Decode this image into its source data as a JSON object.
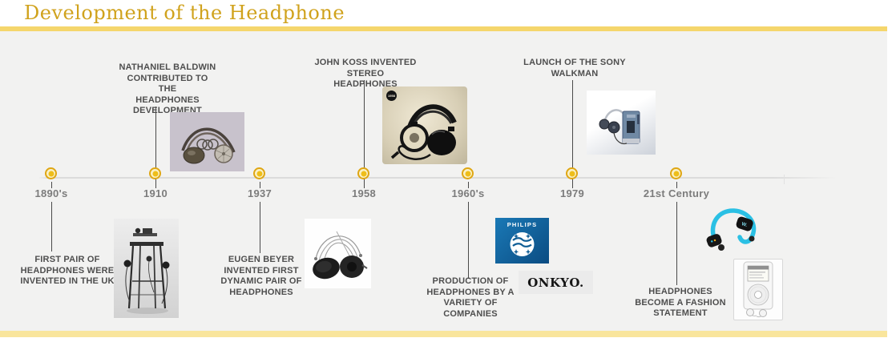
{
  "header": {
    "title": "Development of the Headphone"
  },
  "colors": {
    "title_gold": "#D0A21C",
    "top_bar": "#F5D66C",
    "bottom_bar": "#F9E59C",
    "content_background": "#F2F2F1",
    "node_ring": "#DFA613",
    "node_dot": "#EEBE1A",
    "timeline_line": "#DBDBDB",
    "event_text": "#4E4E4E",
    "year_text": "#7C7C7C",
    "philips_blue": "#0F5E96"
  },
  "timeline": {
    "events": [
      {
        "year": "1890's",
        "side": "below",
        "text": "FIRST PAIR OF\nHEADPHONES WERE\nINVENTED IN THE UK",
        "image": "electrophone-stand-photo"
      },
      {
        "year": "1910",
        "side": "above",
        "text": "NATHANIEL BALDWIN\nCONTRIBUTED TO THE\nHEADPHONES\nDEVELOPMENT",
        "image": "baldwin-headphones-photo"
      },
      {
        "year": "1937",
        "side": "below",
        "text": "EUGEN BEYER\nINVENTED FIRST\nDYNAMIC PAIR OF\nHEADPHONES",
        "image": "beyer-headphones-photo"
      },
      {
        "year": "1958",
        "side": "above",
        "text": "JOHN KOSS INVENTED\nSTEREO HEADPHONES",
        "image": "koss-headphones-photo",
        "badge": "1958"
      },
      {
        "year": "1960's",
        "side": "below",
        "text": "PRODUCTION OF\nHEADPHONES BY A\nVARIETY OF\nCOMPANIES",
        "philips_label": "PHILIPS",
        "onkyo_label": "ONKYO."
      },
      {
        "year": "1979",
        "side": "above",
        "text": "LAUNCH OF THE SONY\nWALKMAN",
        "image": "sony-walkman-photo"
      },
      {
        "year": "21st Century",
        "side": "below",
        "text": "HEADPHONES\nBECOME A FASHION\nSTATEMENT",
        "walkman_logo": "W.",
        "images": "sony-w-earbuds-photo, ipod-photo"
      }
    ]
  }
}
